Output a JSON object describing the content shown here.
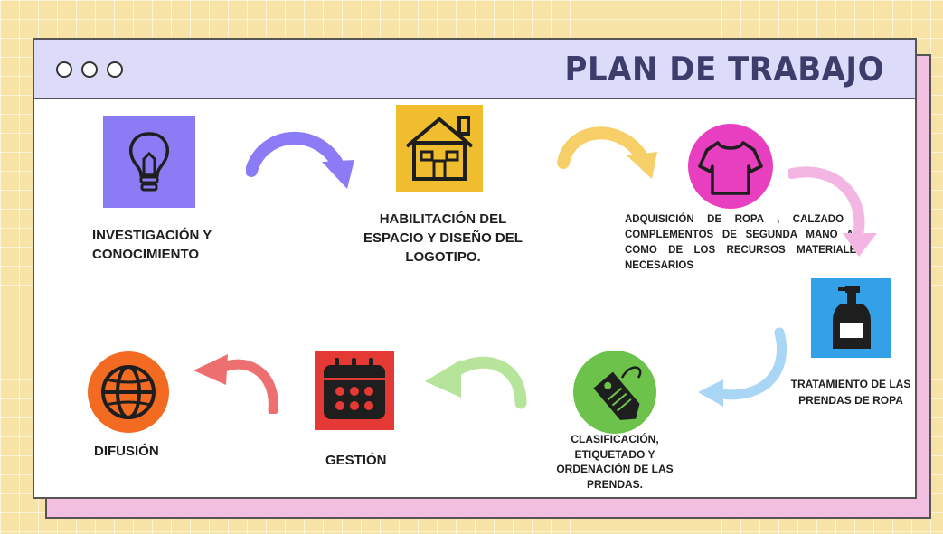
{
  "header": {
    "title": "PLAN DE TRABAJO"
  },
  "steps": [
    {
      "label": "INVESTIGACIÓN Y CONOCIMIENTO",
      "icon": "lightbulb-icon",
      "color": "#8b7cf6"
    },
    {
      "label": "HABILITACIÓN DEL ESPACIO Y DISEÑO DEL LOGOTIPO.",
      "icon": "house-icon",
      "color": "#f0bd2e"
    },
    {
      "label": "ADQUISICIÓN DE ROPA , CALZADO Y COMPLEMENTOS DE SEGUNDA MANO ASÍ COMO DE LOS RECURSOS MATERIALES NECESARIOS",
      "icon": "tshirt-icon",
      "color": "#e83ec0"
    },
    {
      "label": "TRATAMIENTO DE LAS PRENDAS DE ROPA",
      "icon": "soap-bottle-icon",
      "color": "#33a0e8"
    },
    {
      "label": "CLASIFICACIÓN, ETIQUETADO Y ORDENACIÓN DE LAS PRENDAS.",
      "icon": "price-tag-icon",
      "color": "#6cc24a"
    },
    {
      "label": "GESTIÓN",
      "icon": "calendar-icon",
      "color": "#e53935"
    },
    {
      "label": "DIFUSIÓN",
      "icon": "globe-icon",
      "color": "#f26b21"
    }
  ],
  "arrows": [
    {
      "color": "#8b7cf6"
    },
    {
      "color": "#f6cf68"
    },
    {
      "color": "#f3b6e3"
    },
    {
      "color": "#a9d6f5"
    },
    {
      "color": "#b6e49a"
    },
    {
      "color": "#ee6f6f"
    }
  ]
}
